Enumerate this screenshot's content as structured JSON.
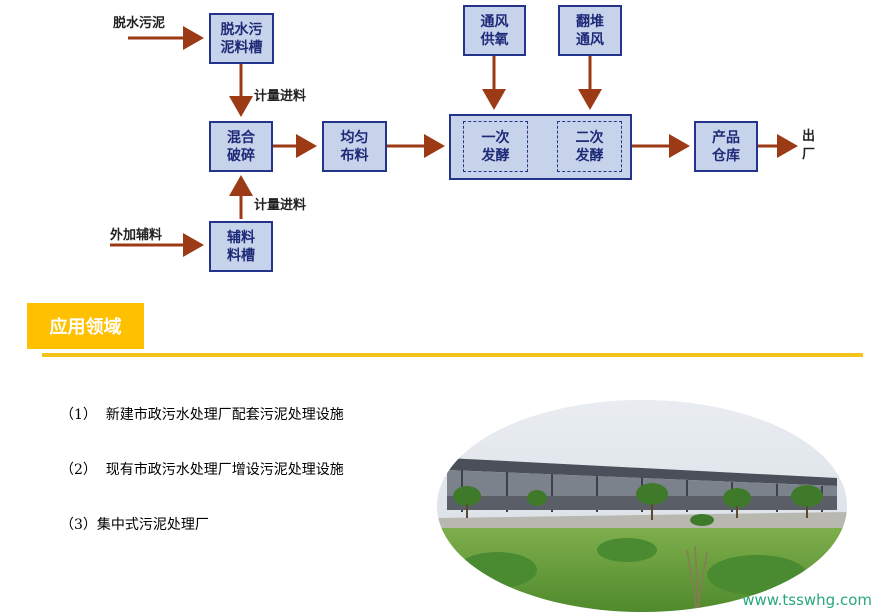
{
  "diagram": {
    "inputs": {
      "sludge": "脱水污泥",
      "additive": "外加辅料"
    },
    "boxes": {
      "sludge_tank": "脱水污\n泥料槽",
      "mix_crush": "混合\n破碎",
      "aux_tank": "辅料\n料槽",
      "even_spread": "均匀\n布料",
      "ventilation": "通风\n供氧",
      "turn_vent": "翻堆\n通风",
      "primary_ferment": "一次\n发酵",
      "secondary_ferment": "二次\n发酵",
      "product_store": "产品\n仓库"
    },
    "edge_labels": {
      "meter_top": "计量进料",
      "meter_bottom": "计量进料"
    },
    "output": "出\n厂"
  },
  "section": {
    "title": "应用领域",
    "items": [
      "（1）  新建市政污水处理厂配套污泥处理设施",
      "（2）  现有市政污水处理厂增设污泥处理设施",
      "（3）集中式污泥处理厂"
    ]
  },
  "watermark": "www.tsswhg.com",
  "colors": {
    "box_fill": "#c7d3ea",
    "box_border": "#24348a",
    "arrow": "#9c3a16",
    "accent": "#ffc000"
  }
}
